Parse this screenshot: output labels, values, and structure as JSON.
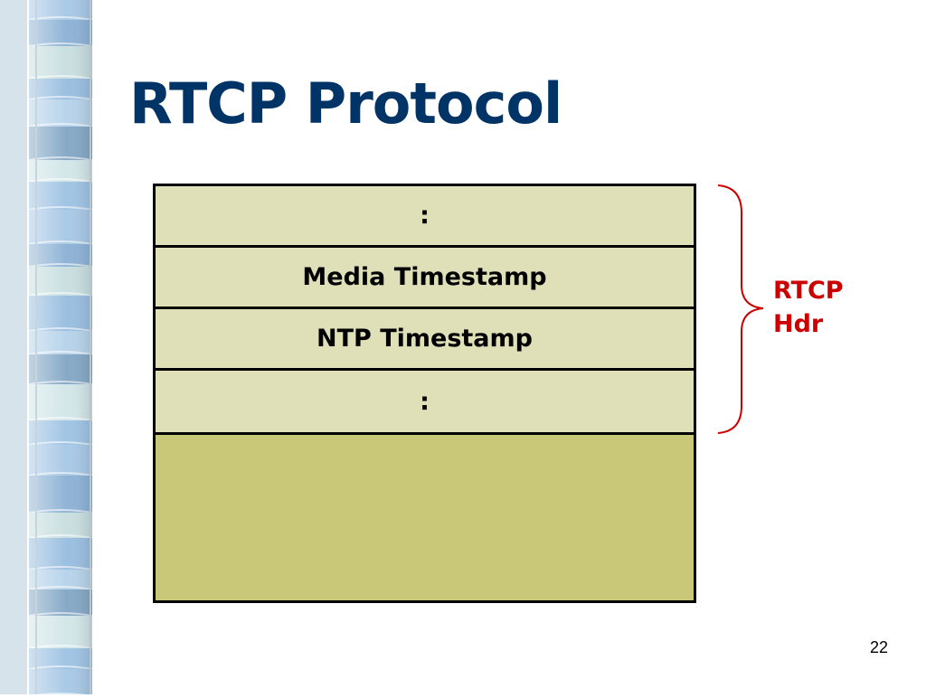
{
  "slide": {
    "title": "RTCP Protocol",
    "page_number": "22"
  },
  "packet": {
    "rows": [
      {
        "label": ":"
      },
      {
        "label": "Media Timestamp"
      },
      {
        "label": "NTP Timestamp"
      },
      {
        "label": ":"
      }
    ],
    "header_label": {
      "line1": "RTCP",
      "line2": "Hdr"
    }
  },
  "colors": {
    "title": "#003366",
    "header_label": "#cc0000",
    "row_fill": "#e0e0b8",
    "payload_fill": "#c8c878",
    "brace": "#cc0000"
  },
  "icons": {
    "decorative_strip": "striped-blue-ribbon",
    "brace": "right-curly-brace"
  }
}
